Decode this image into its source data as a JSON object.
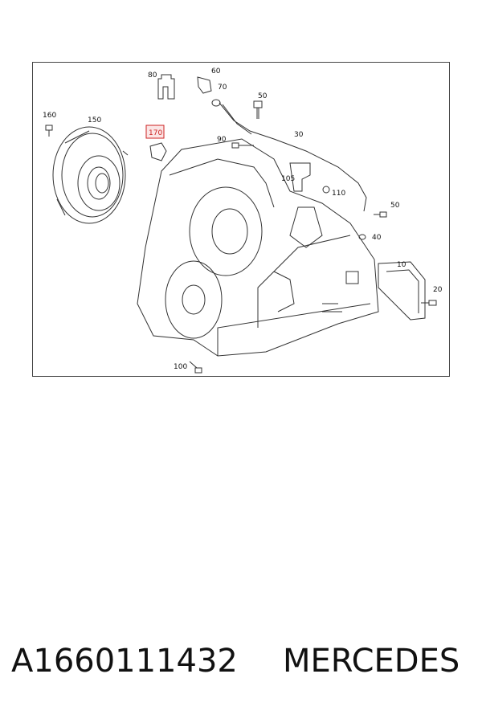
{
  "diagram": {
    "callouts": [
      {
        "id": "c80",
        "label": "80"
      },
      {
        "id": "c60",
        "label": "60"
      },
      {
        "id": "c70",
        "label": "70"
      },
      {
        "id": "c50a",
        "label": "50"
      },
      {
        "id": "c160",
        "label": "160"
      },
      {
        "id": "c150",
        "label": "150"
      },
      {
        "id": "c170",
        "label": "170",
        "highlighted": true
      },
      {
        "id": "c90",
        "label": "90"
      },
      {
        "id": "c30",
        "label": "30"
      },
      {
        "id": "c105",
        "label": "105"
      },
      {
        "id": "c110",
        "label": "110"
      },
      {
        "id": "c50b",
        "label": "50"
      },
      {
        "id": "c40",
        "label": "40"
      },
      {
        "id": "c10",
        "label": "10"
      },
      {
        "id": "c20",
        "label": "20"
      },
      {
        "id": "c100",
        "label": "100"
      }
    ],
    "highlight_color": "#cc2222",
    "line_color": "#333333"
  },
  "footer": {
    "part_number": "A1660111432",
    "brand": "MERCEDES"
  }
}
